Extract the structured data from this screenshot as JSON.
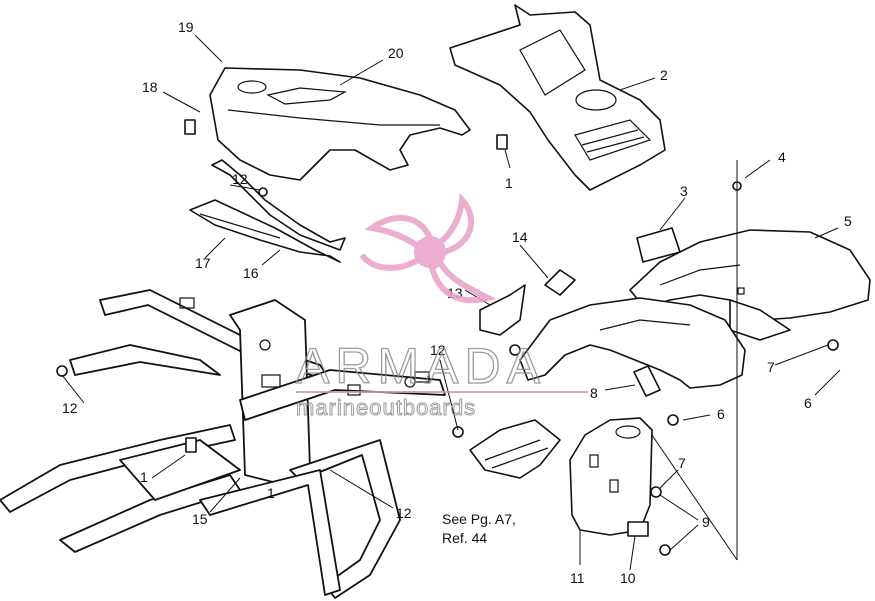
{
  "callouts": [
    "19",
    "20",
    "2",
    "18",
    "1",
    "4",
    "3",
    "5",
    "12",
    "14",
    "13",
    "17",
    "16",
    "12",
    "7",
    "6",
    "8",
    "6",
    "12",
    "7",
    "1",
    "15",
    "12",
    "9",
    "11",
    "10",
    "1",
    "12"
  ],
  "note_line1": "See Pg. A7,",
  "note_line2": "Ref. 44",
  "watermark": {
    "word": "ARMADA",
    "subtitle": "marineoutboards",
    "logo_color": "#e8a0c8"
  }
}
